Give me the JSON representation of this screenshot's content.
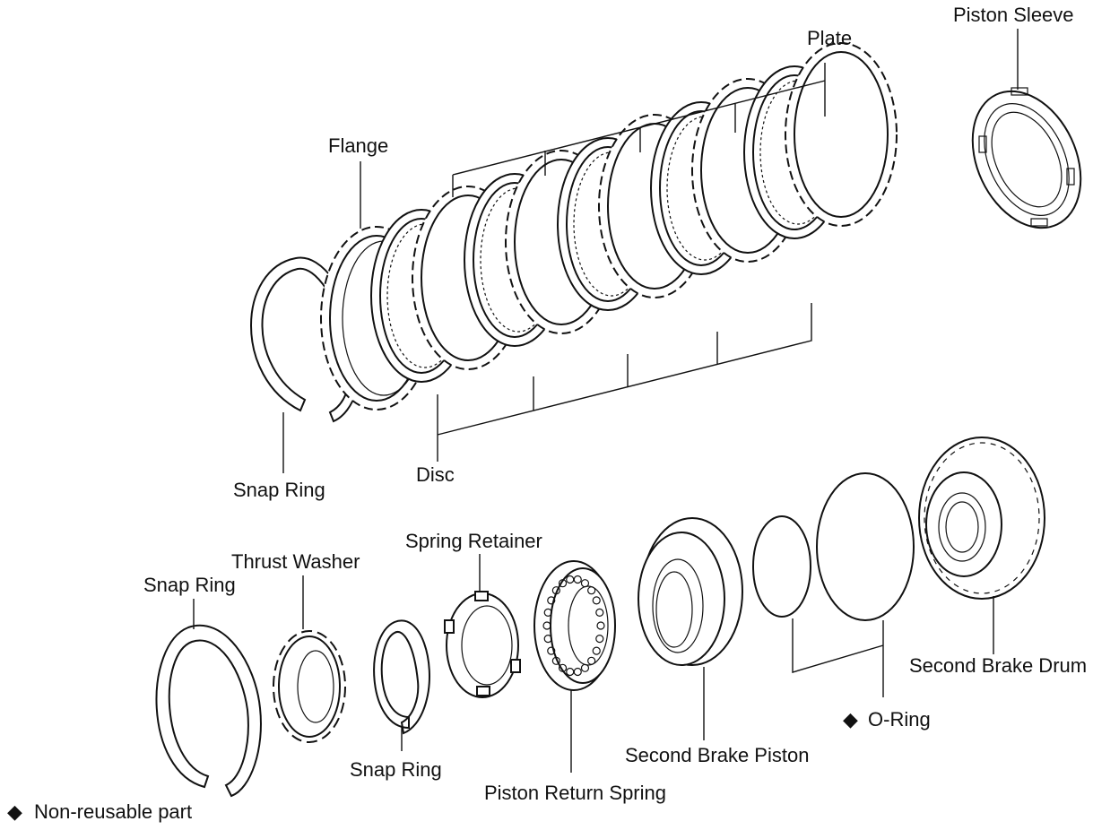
{
  "labels": {
    "piston_sleeve": "Piston Sleeve",
    "plate": "Plate",
    "flange": "Flange",
    "snap_ring_top": "Snap Ring",
    "disc": "Disc",
    "spring_retainer": "Spring Retainer",
    "thrust_washer": "Thrust Washer",
    "snap_ring_left": "Snap Ring",
    "snap_ring_small": "Snap Ring",
    "piston_return_spring": "Piston Return Spring",
    "second_brake_piston": "Second Brake Piston",
    "o_ring": "O-Ring",
    "second_brake_drum": "Second Brake Drum",
    "non_reusable": "Non-reusable part"
  },
  "legend_symbol": "◆",
  "colors": {
    "ink": "#111111",
    "paper": "#ffffff"
  }
}
